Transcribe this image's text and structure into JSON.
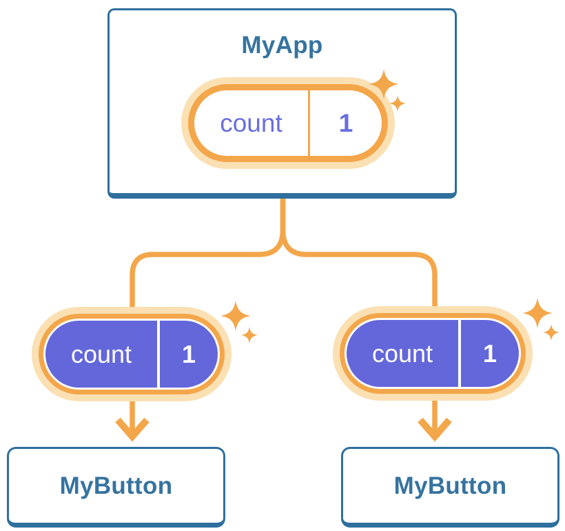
{
  "colors": {
    "blue_border": "#2E6F9D",
    "blue_text": "#36739F",
    "orange": "#F3A64A",
    "orange_glow": "#FBE0B3",
    "purple_fill": "#6467DA",
    "purple_text": "#6A6EDF",
    "card_bg": "#FFFFFF",
    "canvas_bg": "#FFFFFF"
  },
  "icons": {
    "sparkle": "four-point-star",
    "arrow": "down-arrow"
  },
  "root": {
    "title": "MyApp",
    "state": {
      "label": "count",
      "value": "1"
    }
  },
  "children": [
    {
      "card_title": "MyButton",
      "state": {
        "label": "count",
        "value": "1"
      }
    },
    {
      "card_title": "MyButton",
      "state": {
        "label": "count",
        "value": "1"
      }
    }
  ]
}
